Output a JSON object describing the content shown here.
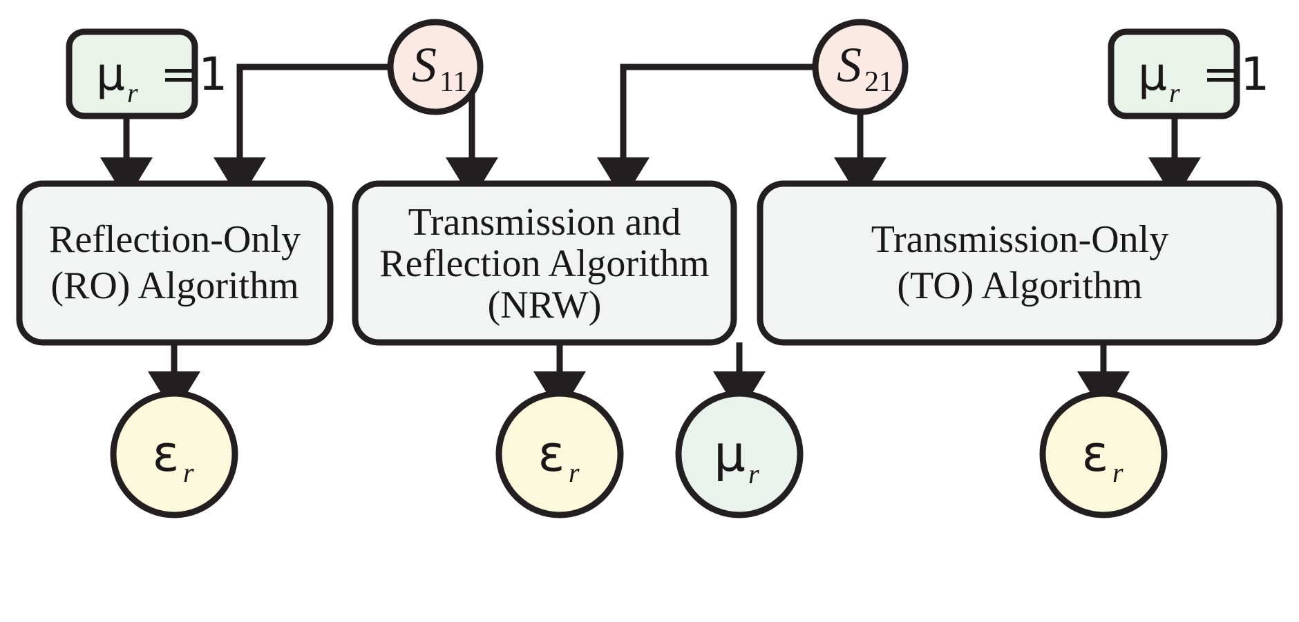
{
  "diagram": {
    "title": "Material parameter extraction algorithm flow",
    "colors": {
      "stroke": "#231f20",
      "text": "#1a1718",
      "background": "#ffffff",
      "assumption_fill": "#e9f3ea",
      "sparam_fill": "#fbeae4",
      "algorithm_fill": "#f2f4f3",
      "epsilon_fill": "#fcf8dc",
      "mu_fill": "#e9f3ec"
    },
    "inputs": [
      {
        "id": "mu-assumption-left",
        "name": "mu-r-equals-one-left",
        "main": "μ",
        "sub": "r",
        "suffix": "=1",
        "full_label": "μ_r=1"
      },
      {
        "id": "s11",
        "name": "s11-node",
        "main": "S",
        "sub": "11",
        "full_label": "S11"
      },
      {
        "id": "s21",
        "name": "s21-node",
        "main": "S",
        "sub": "21",
        "full_label": "S21"
      },
      {
        "id": "mu-assumption-right",
        "name": "mu-r-equals-one-right",
        "main": "μ",
        "sub": "r",
        "suffix": "=1",
        "full_label": "μ_r=1"
      }
    ],
    "algorithms": [
      {
        "id": "ro",
        "name": "reflection-only-algorithm",
        "lines": [
          "Reflection-Only",
          "(RO) Algorithm"
        ]
      },
      {
        "id": "nrw",
        "name": "transmission-and-reflection-algorithm",
        "lines": [
          "Transmission and",
          "Reflection Algorithm",
          "(NRW)"
        ]
      },
      {
        "id": "to",
        "name": "transmission-only-algorithm",
        "lines": [
          "Transmission-Only",
          "(TO) Algorithm"
        ]
      }
    ],
    "outputs": [
      {
        "id": "eps-ro",
        "name": "epsilon-r-output-ro",
        "main": "ε",
        "sub": "r",
        "full_label": "ε_r"
      },
      {
        "id": "eps-nrw",
        "name": "epsilon-r-output-nrw",
        "main": "ε",
        "sub": "r",
        "full_label": "ε_r"
      },
      {
        "id": "mu-nrw",
        "name": "mu-r-output-nrw",
        "main": "μ",
        "sub": "r",
        "full_label": "μ_r"
      },
      {
        "id": "eps-to",
        "name": "epsilon-r-output-to",
        "main": "ε",
        "sub": "r",
        "full_label": "ε_r"
      }
    ],
    "connections": [
      {
        "from": "mu-assumption-left",
        "to": "ro"
      },
      {
        "from": "s11",
        "to": "ro"
      },
      {
        "from": "s11",
        "to": "nrw"
      },
      {
        "from": "s21",
        "to": "nrw"
      },
      {
        "from": "s21",
        "to": "to"
      },
      {
        "from": "mu-assumption-right",
        "to": "to"
      },
      {
        "from": "ro",
        "to": "eps-ro"
      },
      {
        "from": "nrw",
        "to": "eps-nrw"
      },
      {
        "from": "nrw",
        "to": "mu-nrw"
      },
      {
        "from": "to",
        "to": "eps-to"
      }
    ]
  }
}
